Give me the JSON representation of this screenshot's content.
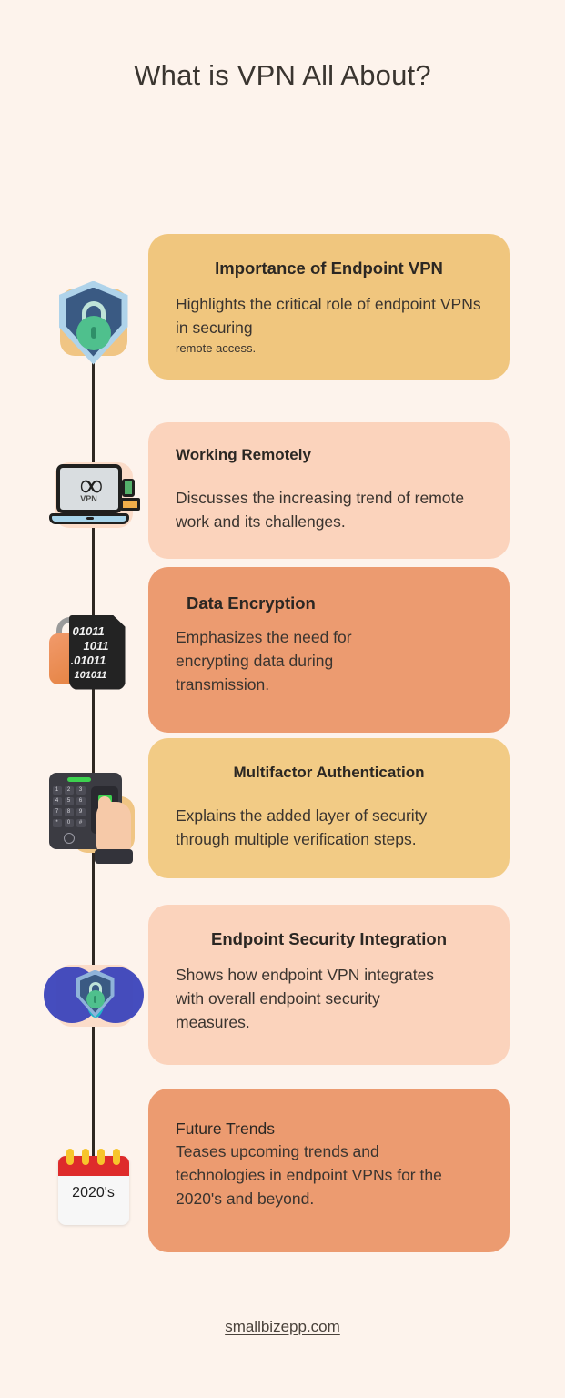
{
  "page": {
    "title": "What is VPN All About?",
    "background_color": "#FDF3EC",
    "title_color": "#3A3530",
    "timeline_color": "#2E2722"
  },
  "footer": {
    "link_text": "smallbizepp.com"
  },
  "steps": [
    {
      "index": 1,
      "icon_name": "shield-lock-icon",
      "icon_caption": "",
      "title": "Importance of Endpoint VPN",
      "title_align": "center",
      "title_bold": true,
      "body": "Highlights the critical role of endpoint VPNs in securing ",
      "body_small": "remote access.",
      "card_color": "#F0C67E"
    },
    {
      "index": 2,
      "icon_name": "laptop-vpn-icon",
      "icon_caption": "VPN",
      "title": "Working Remotely",
      "title_align": "left",
      "title_bold": true,
      "body": "Discusses the increasing trend of remote work and its challenges.",
      "body_small": "",
      "card_color": "#FBD3BC"
    },
    {
      "index": 3,
      "icon_name": "binary-encryption-lock-icon",
      "icon_caption": "01011 1011 .01011 101011",
      "title": "Data Encryption",
      "title_align": "left",
      "title_bold": true,
      "body": "Emphasizes the need for encrypting data during transmission.",
      "body_small": "",
      "card_color": "#EC9B70"
    },
    {
      "index": 4,
      "icon_name": "keypad-fingerprint-icon",
      "icon_caption": "",
      "title": "Multifactor Authentication",
      "title_align": "center",
      "title_bold": true,
      "body": "Explains the added layer of security through multiple verification steps.",
      "body_small": "",
      "card_color": "#F2CB85"
    },
    {
      "index": 5,
      "icon_name": "venn-shield-lock-icon",
      "icon_caption": "",
      "title": "Endpoint Security Integration",
      "title_align": "center",
      "title_bold": true,
      "body": "Shows how endpoint VPN integrates with overall endpoint security measures.",
      "body_small": "",
      "card_color": "#FBD3BC"
    },
    {
      "index": 6,
      "icon_name": "calendar-icon",
      "icon_caption": "2020's",
      "title": "Future Trends",
      "title_align": "left",
      "title_bold": false,
      "body": "Teases upcoming trends and technologies in endpoint VPNs for the 2020's and beyond.",
      "body_small": "",
      "card_color": "#EC9B70"
    }
  ],
  "icon3_binary": {
    "line1": "01011",
    "line2": "1011",
    "line3": ".01011",
    "line4": "101011"
  },
  "icon4_keys": [
    "1",
    "2",
    "3",
    "4",
    "5",
    "6",
    "7",
    "8",
    "9",
    "*",
    "0",
    "#"
  ]
}
